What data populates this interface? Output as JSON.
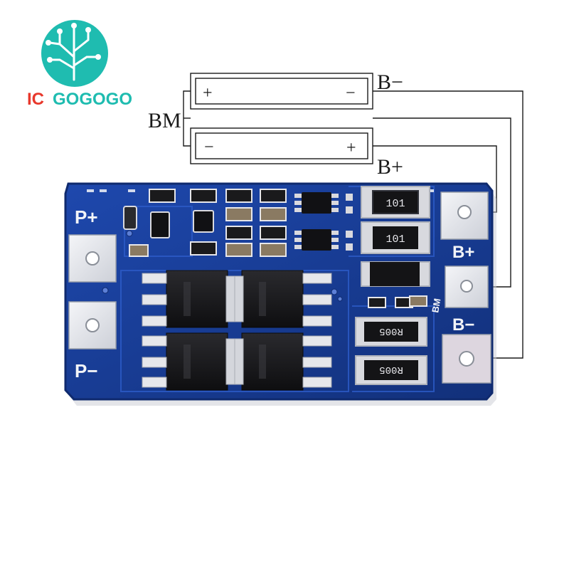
{
  "logo": {
    "text_ic": "IC",
    "text_brand": "GOGOGO",
    "color_circle": "#1fbcb0",
    "color_red": "#e8382c",
    "color_teal": "#1fbcb0"
  },
  "wiring_diagram": {
    "label_bm": "BM",
    "label_b_minus": "B−",
    "label_b_plus": "B+",
    "cell_top": {
      "left_terminal": "+",
      "right_terminal": "−"
    },
    "cell_bottom": {
      "left_terminal": "−",
      "right_terminal": "+"
    }
  },
  "board": {
    "pad_p_plus": "P+",
    "pad_p_minus": "P−",
    "pad_b_plus": "B+",
    "pad_bm": "BM",
    "pad_b_minus": "B−",
    "resistor_1": "101",
    "resistor_2": "101",
    "resistor_3": "R005",
    "resistor_4": "R005",
    "colors": {
      "pcb": "#1a3f9c",
      "pcb_edge": "#0f2a6e",
      "silk": "#f2f4f8",
      "pad": "#e9eaee"
    }
  }
}
